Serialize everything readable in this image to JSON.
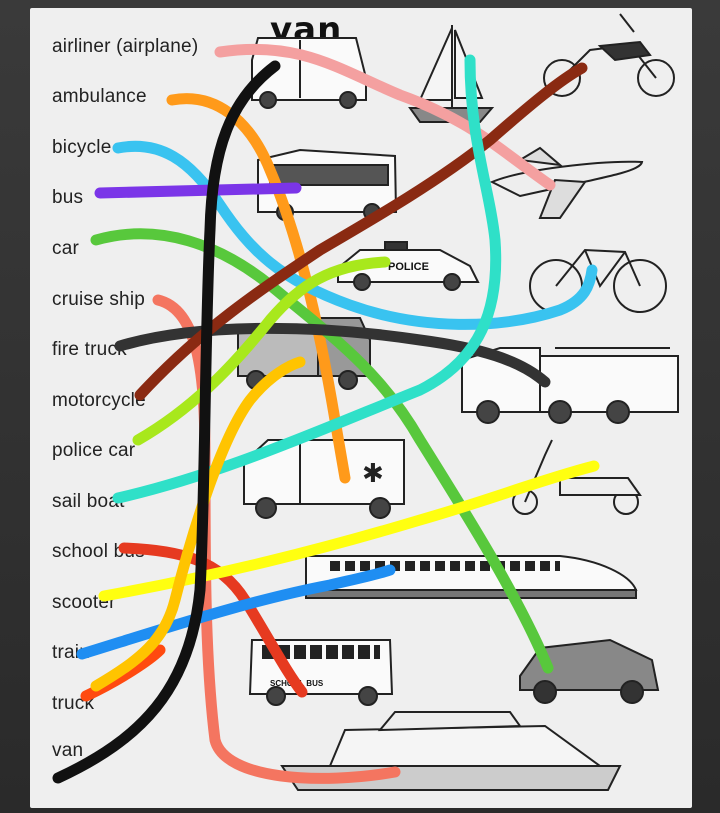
{
  "handwritten_label": "van",
  "words": [
    "airliner (airplane)",
    "ambulance",
    "bicycle",
    "bus",
    "car",
    "cruise ship",
    "fire truck",
    "motorcycle",
    "police car",
    "sail boat",
    "school bus",
    "scooter",
    "train",
    "truck",
    "van"
  ],
  "signs": {
    "police": "POLICE",
    "school_bus": "SCHOOL BUS"
  },
  "stroke_colors": {
    "black": "#111111",
    "pink": "#f4a0a0",
    "orange": "#ff9a1a",
    "sky_blue": "#39c3f0",
    "purple": "#7b35e8",
    "green": "#58c83c",
    "salmon": "#f47560",
    "dark_gray": "#333333",
    "brown": "#8a2a12",
    "lime": "#a8e81c",
    "turquoise": "#2fe0c8",
    "red": "#e63a20",
    "yellow": "#ffff10",
    "blue": "#1f8ef2",
    "red_orange": "#ff4a10"
  }
}
